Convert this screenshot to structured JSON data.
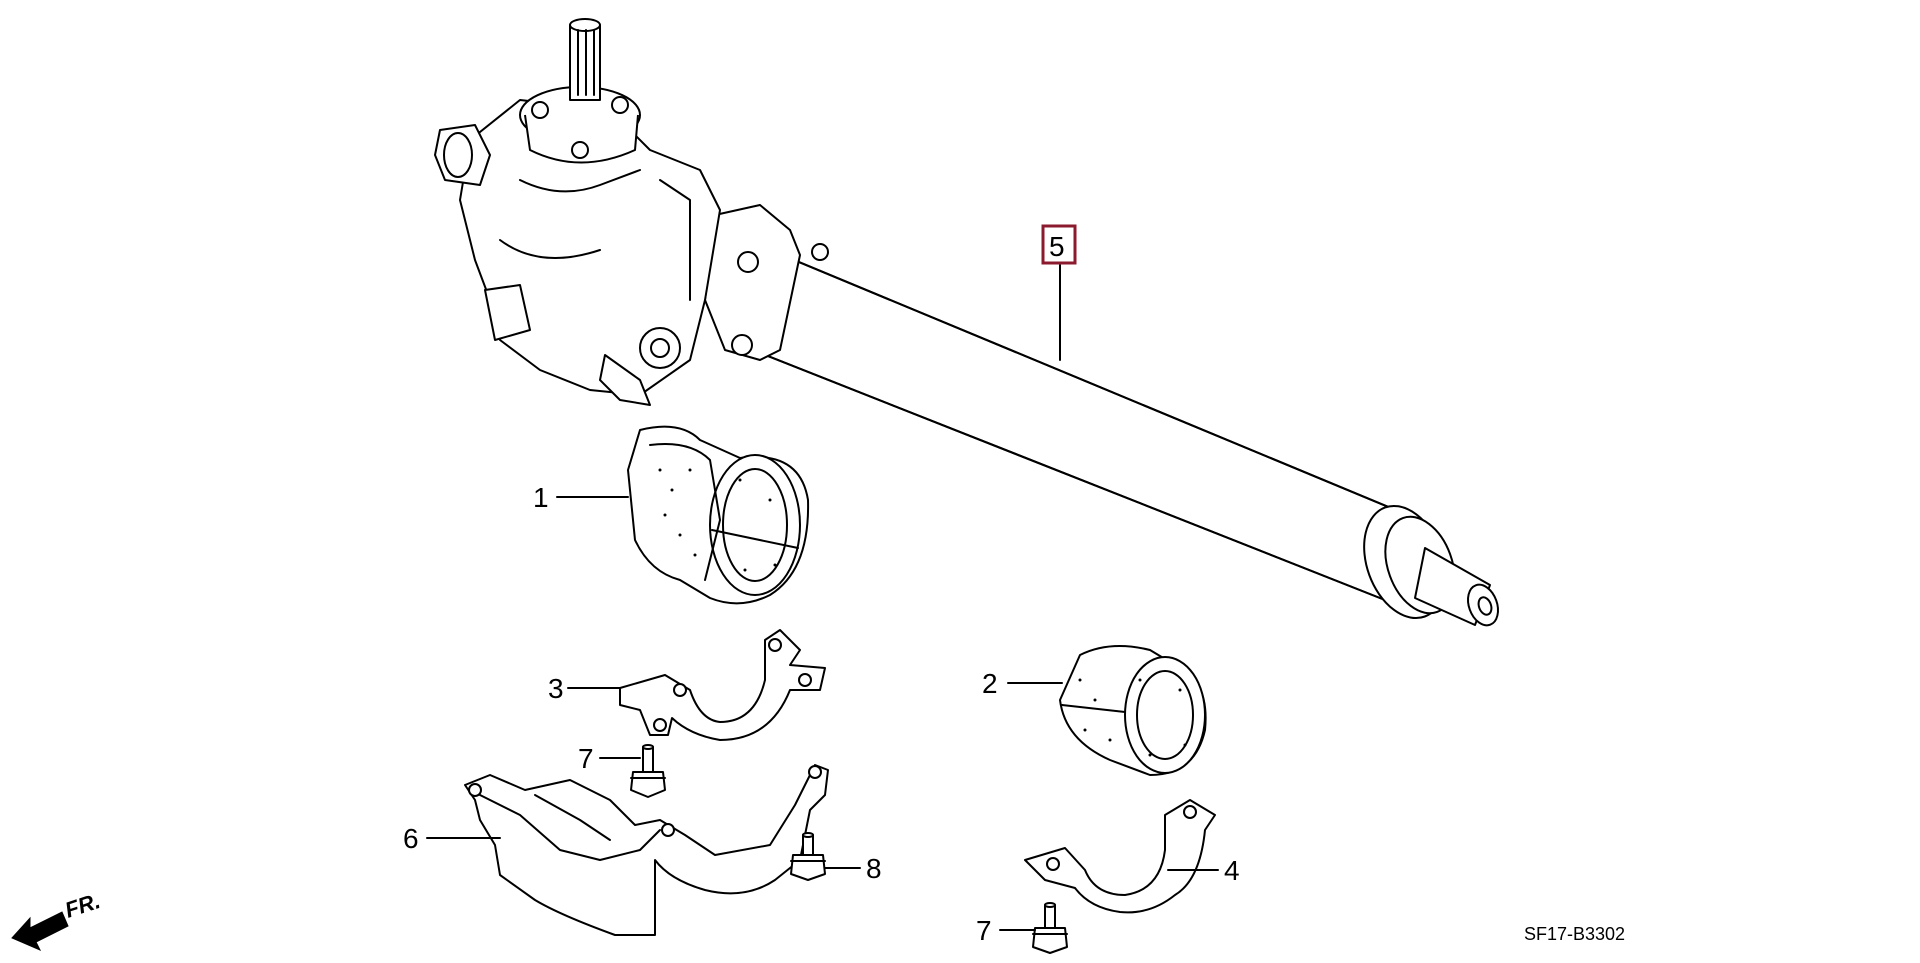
{
  "diagram": {
    "code": "SF17-B3302",
    "direction_label": "FR.",
    "highlight_color": "#8b1a2e",
    "callouts": [
      {
        "id": "1",
        "label": "1"
      },
      {
        "id": "2",
        "label": "2"
      },
      {
        "id": "3",
        "label": "3"
      },
      {
        "id": "4",
        "label": "4"
      },
      {
        "id": "5",
        "label": "5",
        "highlighted": true
      },
      {
        "id": "6",
        "label": "6"
      },
      {
        "id": "7a",
        "label": "7"
      },
      {
        "id": "7b",
        "label": "7"
      },
      {
        "id": "8",
        "label": "8"
      }
    ]
  }
}
